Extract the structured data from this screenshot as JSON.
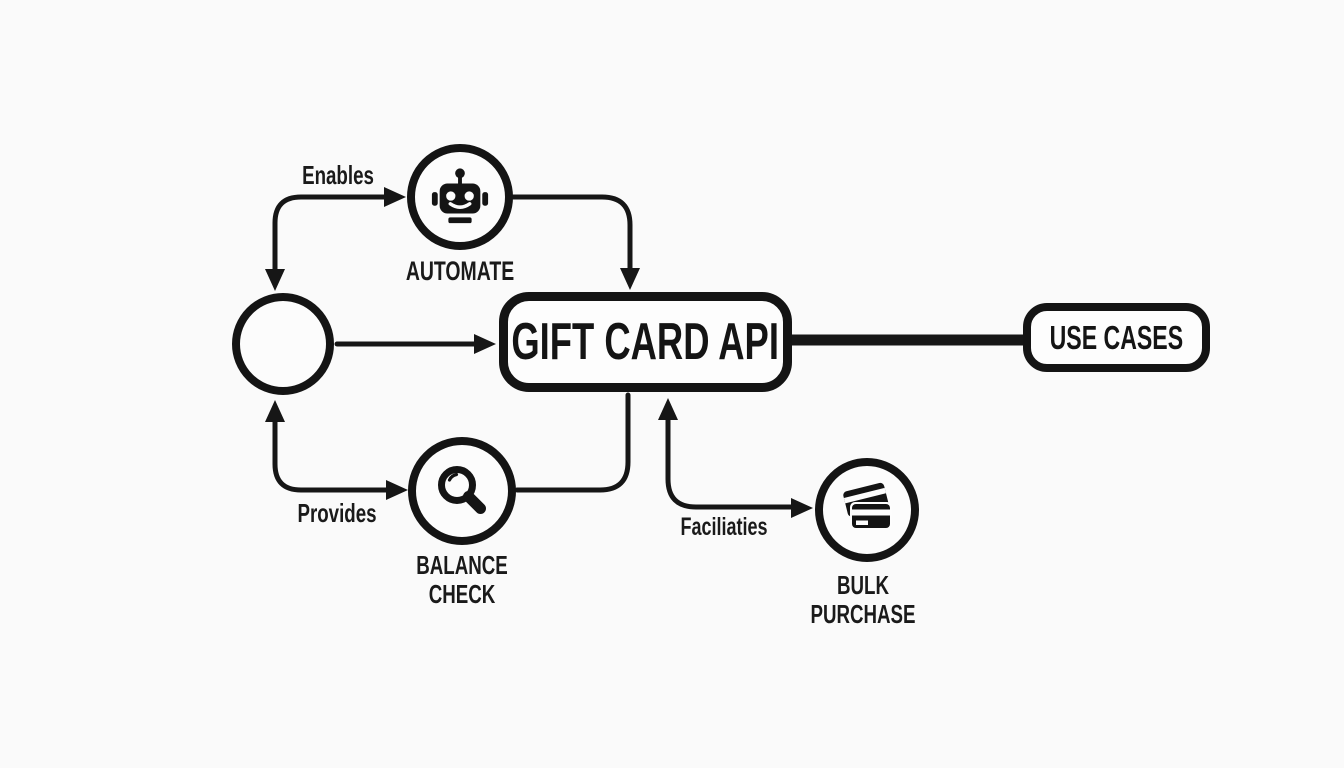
{
  "canvas": {
    "background": "#fafafa",
    "ink": "#161616"
  },
  "diagram": {
    "center_node": {
      "label": "GIFT CARD API"
    },
    "right_node": {
      "label": "USE CASES"
    },
    "hub_node": {
      "label": ""
    },
    "sub_nodes": [
      {
        "id": "automate",
        "label": "AUTOMATE",
        "icon": "robot-icon"
      },
      {
        "id": "balance-check",
        "label": "BALANCE\nCHECK",
        "icon": "magnifier-icon"
      },
      {
        "id": "bulk-purchase",
        "label": "BULK PURCHASE",
        "icon": "credit-cards-icon"
      }
    ],
    "edge_labels": {
      "enables": "Enables",
      "provides": "Provides",
      "facilitates": "Faciliaties"
    }
  }
}
